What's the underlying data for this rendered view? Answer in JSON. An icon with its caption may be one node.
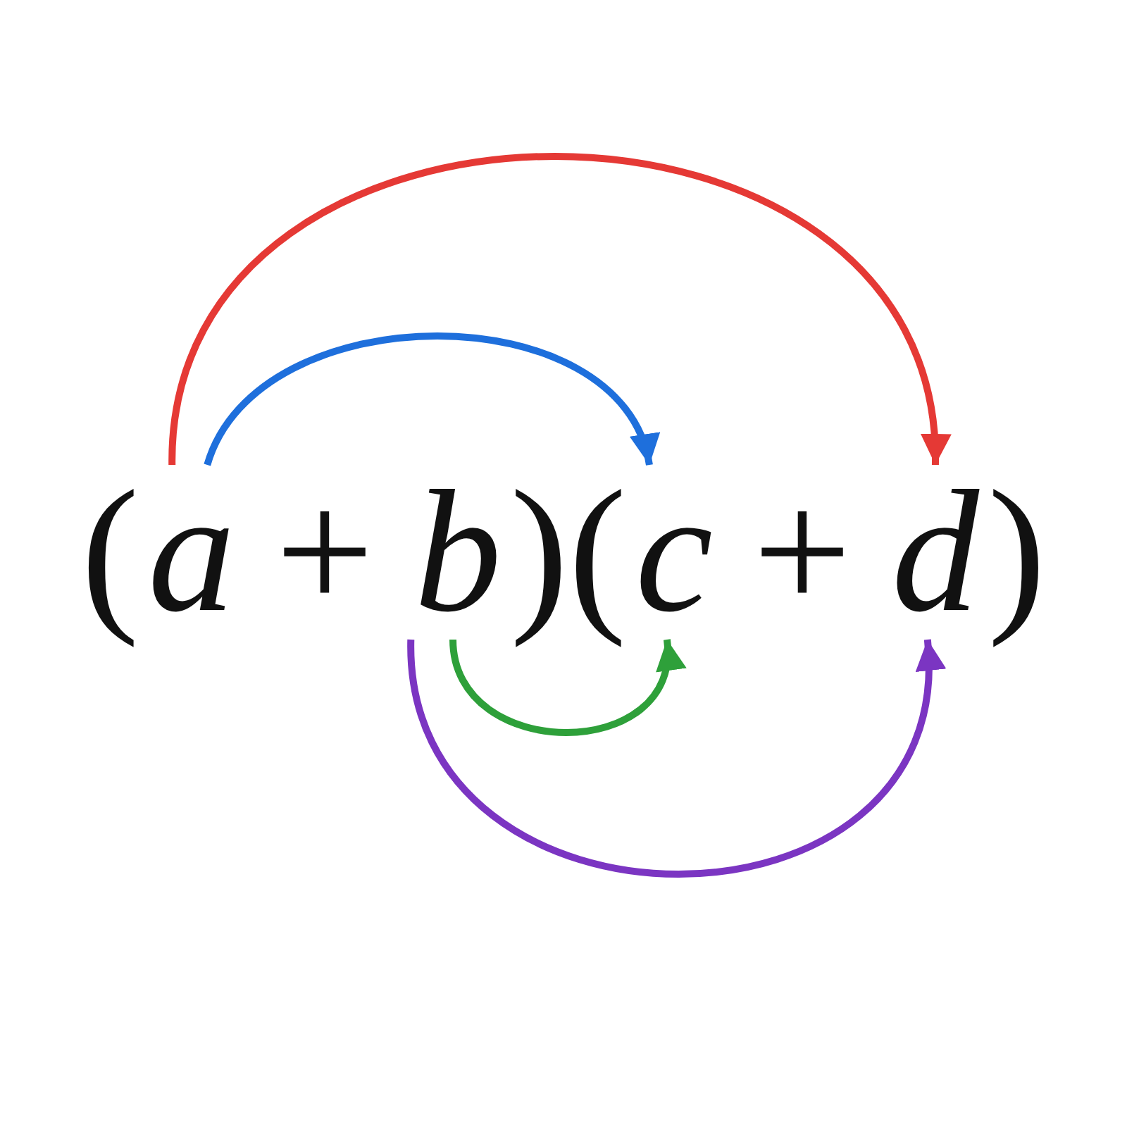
{
  "diagram": {
    "nodes": [
      {
        "text": [
          "a"
        ]
      },
      {
        "text": [
          "b"
        ]
      },
      {
        "text": [
          "c"
        ]
      },
      {
        "text": [
          "d"
        ]
      }
    ],
    "edges": [
      {
        "from": 0,
        "to": 3,
        "arrow": "to",
        "color": "#e53935"
      },
      {
        "from": 0,
        "to": 2,
        "arrow": "to",
        "color": "#1e6fdc"
      },
      {
        "from": 1,
        "to": 2,
        "arrow": "to",
        "color": "#2ea03a"
      },
      {
        "from": 1,
        "to": 3,
        "arrow": "to",
        "color": "#7b35c2"
      }
    ],
    "labels": [
      "(",
      "+",
      ")",
      "(",
      "+",
      ")"
    ]
  }
}
